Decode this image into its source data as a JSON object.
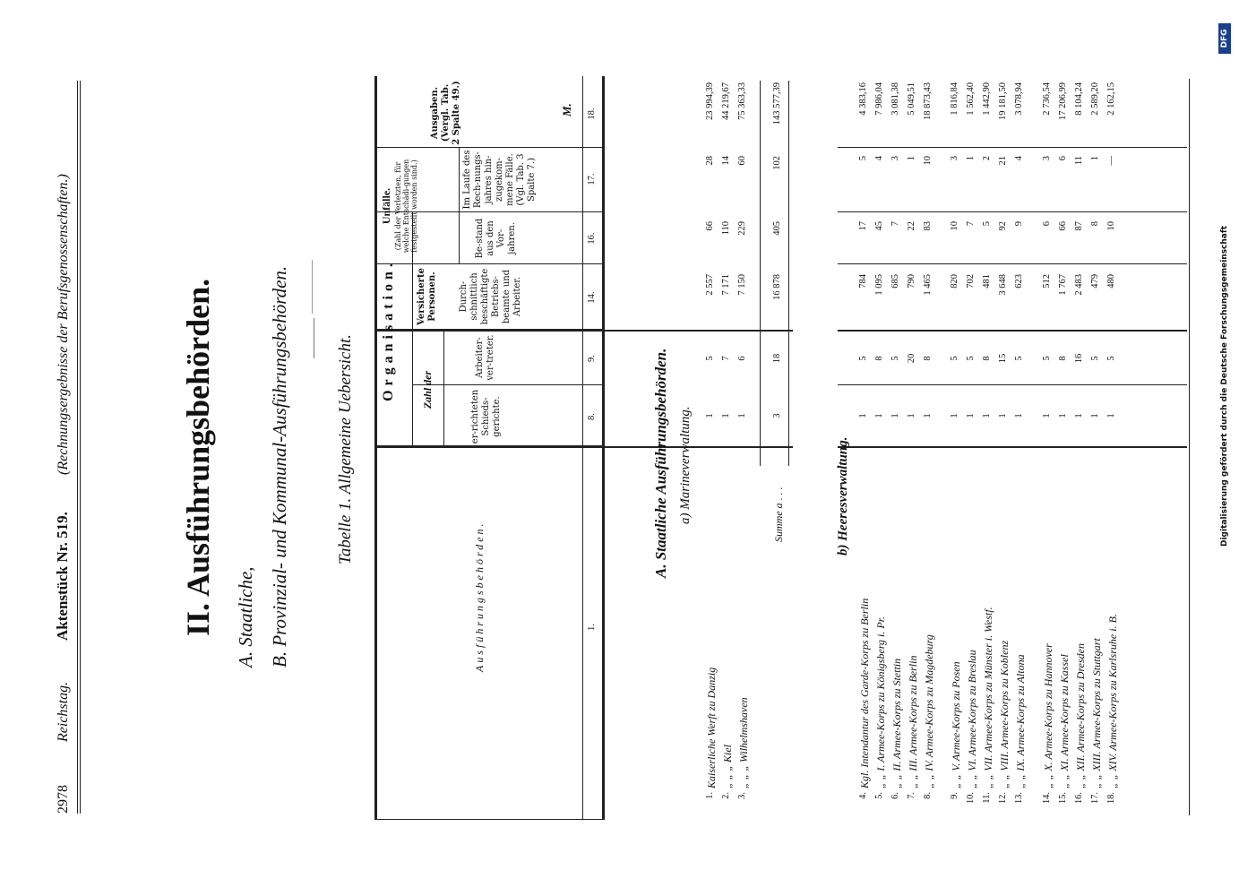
{
  "header": {
    "page_number": "2978",
    "left": "Reichstag.",
    "document": "Aktenstück Nr. 519.",
    "subtitle": "(Rechnungsergebnisse der Berufsgenossenschaften.)"
  },
  "section": {
    "title": "II. Ausführungsbehörden.",
    "items": [
      "A. Staatliche,",
      "B. Provinzial- und Kommunal-Ausführungsbehörden."
    ]
  },
  "table_caption": "Tabelle 1. Allgemeine Uebersicht.",
  "columns": {
    "col1_header": "Ausführungsbehörden.",
    "organisation": "Organisation.",
    "zahl_der": "Zahl der",
    "col8": "er-richteten Schieds-gerichte.",
    "col9": "Arbeiter-ver-treter.",
    "versicherte": "Versicherte Personen.",
    "col14": "Durch-schnittlich beschäftigte Betriebs-beamte und Arbeiter.",
    "unfaelle": "Unfälle.",
    "unfaelle_sub": "(Zahl der Verletzten, für welche Entschädi-gungen festgestellt worden sind.)",
    "col16": "Be-stand aus den Vor-jahren.",
    "col17": "Im Laufe des Rech-nungs-jahres hin-zugekom-mene Fälle. (Vgl. Tab. 3 Spalte 7.)",
    "col18": "Ausgaben. (Vergl. Tab. 2 Spalte 49.)",
    "currency": "M.",
    "numbers": [
      "1.",
      "8.",
      "9.",
      "14.",
      "16.",
      "17.",
      "18."
    ]
  },
  "section_a": {
    "title": "A. Staatliche Ausführungsbehörden.",
    "subtitle": "a) Marineverwaltung.",
    "rows": [
      {
        "no": "1.",
        "name": "Kaiserliche Werft zu Danzig",
        "c8": "1",
        "c9": "5",
        "c14": "2 557",
        "c16": "66",
        "c17": "28",
        "c18": "23 994,39"
      },
      {
        "no": "2.",
        "name": "„ „ „ Kiel",
        "c8": "1",
        "c9": "7",
        "c14": "7 171",
        "c16": "110",
        "c17": "14",
        "c18": "44 219,67"
      },
      {
        "no": "3.",
        "name": "„ „ „ Wilhelmshaven",
        "c8": "1",
        "c9": "6",
        "c14": "7 150",
        "c16": "229",
        "c17": "60",
        "c18": "75 363,33"
      }
    ],
    "sum": {
      "label": "Summe a . . .",
      "c8": "3",
      "c9": "18",
      "c14": "16 878",
      "c16": "405",
      "c17": "102",
      "c18": "143 577,39"
    }
  },
  "section_b": {
    "subtitle": "b) Heeresverwaltung.",
    "rows": [
      {
        "no": "4.",
        "name": "Kgl. Intendantur des Garde-Korps zu Berlin",
        "c8": "1",
        "c9": "5",
        "c14": "784",
        "c16": "17",
        "c17": "5",
        "c18": "4 383,16"
      },
      {
        "no": "5.",
        "name": "„ „ I. Armee-Korps zu Königsberg i. Pr.",
        "c8": "1",
        "c9": "8",
        "c14": "1 095",
        "c16": "45",
        "c17": "4",
        "c18": "7 986,04"
      },
      {
        "no": "6.",
        "name": "„ „ II. Armee-Korps zu Stettin",
        "c8": "1",
        "c9": "5",
        "c14": "685",
        "c16": "7",
        "c17": "3",
        "c18": "3 081,38"
      },
      {
        "no": "7.",
        "name": "„ „ III. Armee-Korps zu Berlin",
        "c8": "1",
        "c9": "20",
        "c14": "790",
        "c16": "22",
        "c17": "1",
        "c18": "5 049,51"
      },
      {
        "no": "8.",
        "name": "„ „ IV. Armee-Korps zu Magdeburg",
        "c8": "1",
        "c9": "8",
        "c14": "1 465",
        "c16": "83",
        "c17": "10",
        "c18": "18 873,43"
      },
      {
        "no": "9.",
        "name": "„ „ V. Armee-Korps zu Posen",
        "c8": "1",
        "c9": "5",
        "c14": "820",
        "c16": "10",
        "c17": "3",
        "c18": "1 816,84"
      },
      {
        "no": "10.",
        "name": "„ „ VI. Armee-Korps zu Breslau",
        "c8": "1",
        "c9": "5",
        "c14": "702",
        "c16": "7",
        "c17": "1",
        "c18": "1 562,40"
      },
      {
        "no": "11.",
        "name": "„ „ VII. Armee-Korps zu Münster i. Westf.",
        "c8": "1",
        "c9": "8",
        "c14": "481",
        "c16": "5",
        "c17": "2",
        "c18": "1 442,90"
      },
      {
        "no": "12.",
        "name": "„ „ VIII. Armee-Korps zu Koblenz",
        "c8": "1",
        "c9": "15",
        "c14": "3 648",
        "c16": "92",
        "c17": "21",
        "c18": "19 181,50"
      },
      {
        "no": "13.",
        "name": "„ „ IX. Armee-Korps zu Altona",
        "c8": "1",
        "c9": "5",
        "c14": "623",
        "c16": "9",
        "c17": "4",
        "c18": "3 078,94"
      },
      {
        "no": "14.",
        "name": "„ „ X. Armee-Korps zu Hannover",
        "c8": "1",
        "c9": "5",
        "c14": "512",
        "c16": "6",
        "c17": "3",
        "c18": "2 736,54"
      },
      {
        "no": "15.",
        "name": "„ „ XI. Armee-Korps zu Kassel",
        "c8": "1",
        "c9": "8",
        "c14": "1 767",
        "c16": "66",
        "c17": "6",
        "c18": "17 206,99"
      },
      {
        "no": "16.",
        "name": "„ „ XII. Armee-Korps zu Dresden",
        "c8": "1",
        "c9": "16",
        "c14": "2 483",
        "c16": "87",
        "c17": "11",
        "c18": "8 104,24"
      },
      {
        "no": "17.",
        "name": "„ „ XIII. Armee-Korps zu Stuttgart",
        "c8": "1",
        "c9": "5",
        "c14": "479",
        "c16": "8",
        "c17": "1",
        "c18": "2 589,20"
      },
      {
        "no": "18.",
        "name": "„ „ XIV. Armee-Korps zu Karlsruhe i. B.",
        "c8": "1",
        "c9": "5",
        "c14": "480",
        "c16": "10",
        "c17": "—",
        "c18": "2 162,15"
      }
    ]
  },
  "margin_note": "Digitalisierung gefördert durch die Deutsche Forschungsgemeinschaft",
  "logo": "DFG"
}
